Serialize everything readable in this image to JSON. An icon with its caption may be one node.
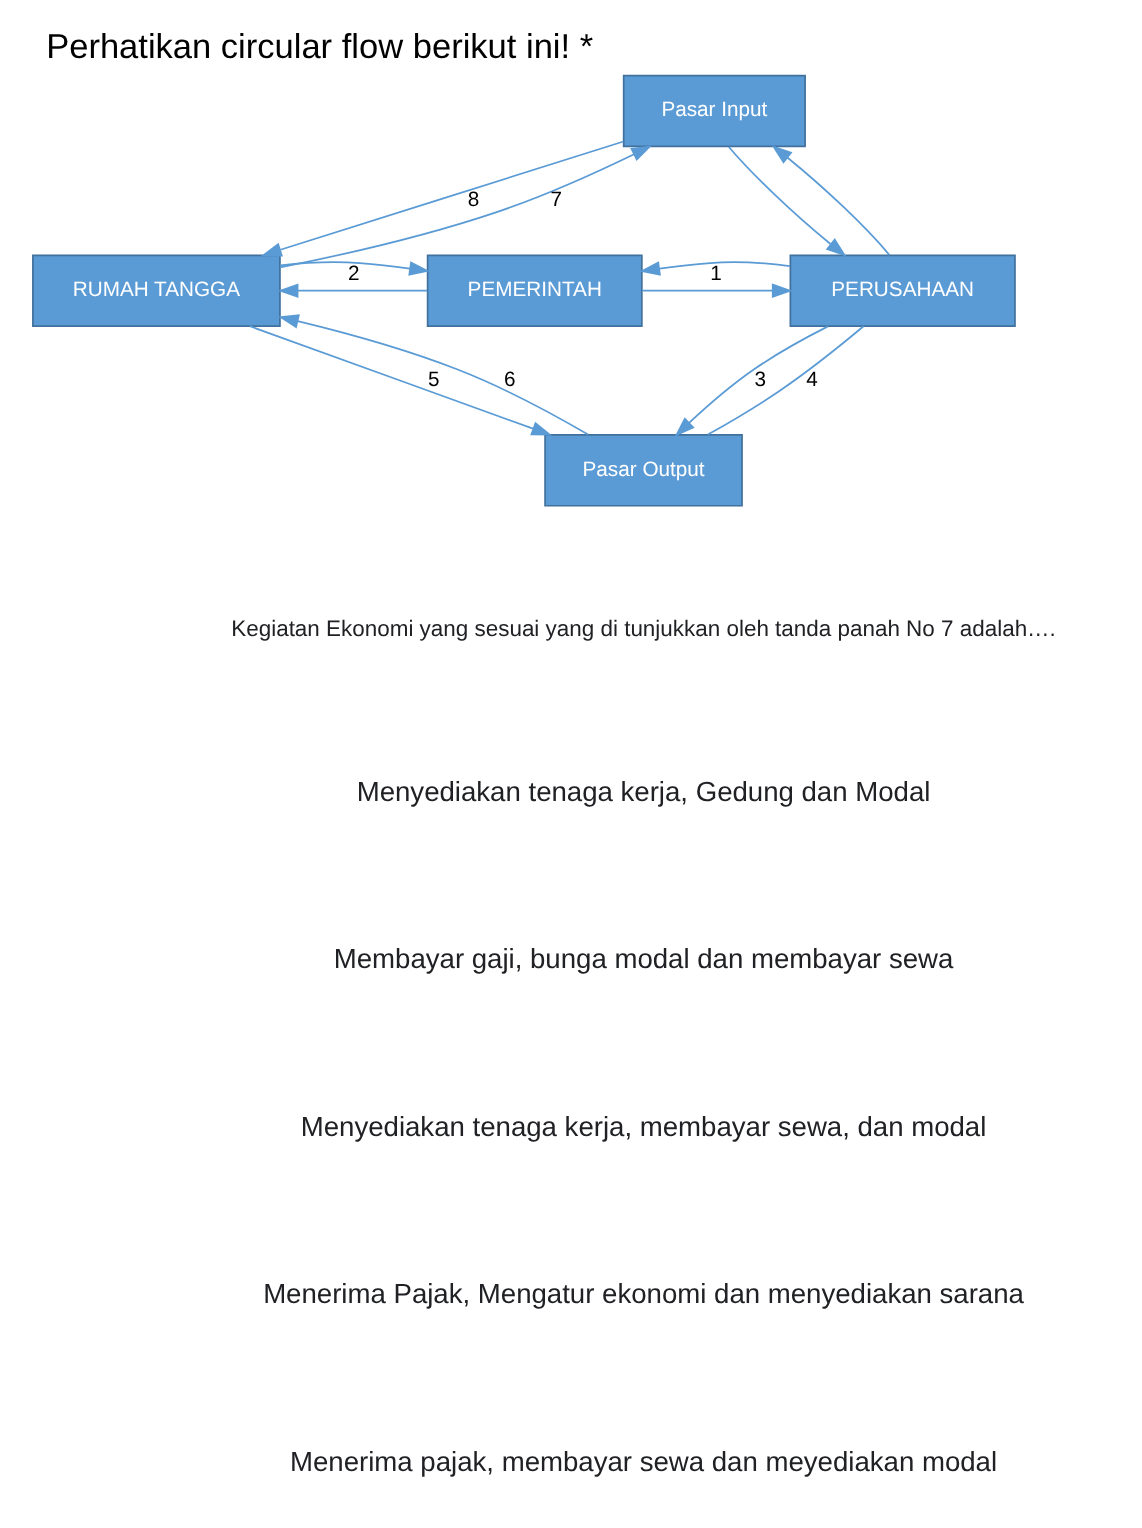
{
  "diagram": {
    "title": "Perhatikan circular flow berikut ini! *",
    "nodes": [
      {
        "text": [
          "Pasar Input"
        ]
      },
      {
        "text": [
          "RUMAH TANGGA"
        ]
      },
      {
        "text": [
          "PEMERINTAH"
        ]
      },
      {
        "text": [
          "PERUSAHAAN"
        ]
      },
      {
        "text": [
          "Pasar Output"
        ]
      }
    ],
    "edges": [
      {
        "from": 0,
        "to": 1,
        "arrow": "to",
        "label": "8"
      },
      {
        "from": 1,
        "to": 0,
        "arrow": "to",
        "label": "7"
      },
      {
        "from": 0,
        "to": 3,
        "arrow": "to"
      },
      {
        "from": 3,
        "to": 0,
        "arrow": "to"
      },
      {
        "from": 1,
        "to": 2,
        "arrow": "to"
      },
      {
        "from": 2,
        "to": 1,
        "arrow": "to",
        "label": "2"
      },
      {
        "from": 3,
        "to": 2,
        "arrow": "to"
      },
      {
        "from": 2,
        "to": 3,
        "arrow": "to",
        "label": "1"
      },
      {
        "from": 1,
        "to": 4,
        "arrow": "to",
        "label": "5"
      },
      {
        "from": 4,
        "to": 1,
        "arrow": "to",
        "label": "6"
      },
      {
        "from": 4,
        "to": 3,
        "arrow": "none",
        "label": "4"
      },
      {
        "from": 3,
        "to": 4,
        "arrow": "to",
        "label": "3"
      }
    ],
    "labels": [
      "Kegiatan Ekonomi yang sesuai yang di tunjukkan oleh tanda panah No 7 adalah….",
      "Menyediakan tenaga kerja, Gedung dan Modal",
      "Membayar gaji, bunga modal dan membayar sewa",
      "Menyediakan tenaga kerja, membayar sewa, dan modal",
      "Menerima Pajak, Mengatur ekonomi dan menyediakan sarana",
      "Menerima pajak, membayar sewa dan meyediakan modal"
    ]
  }
}
